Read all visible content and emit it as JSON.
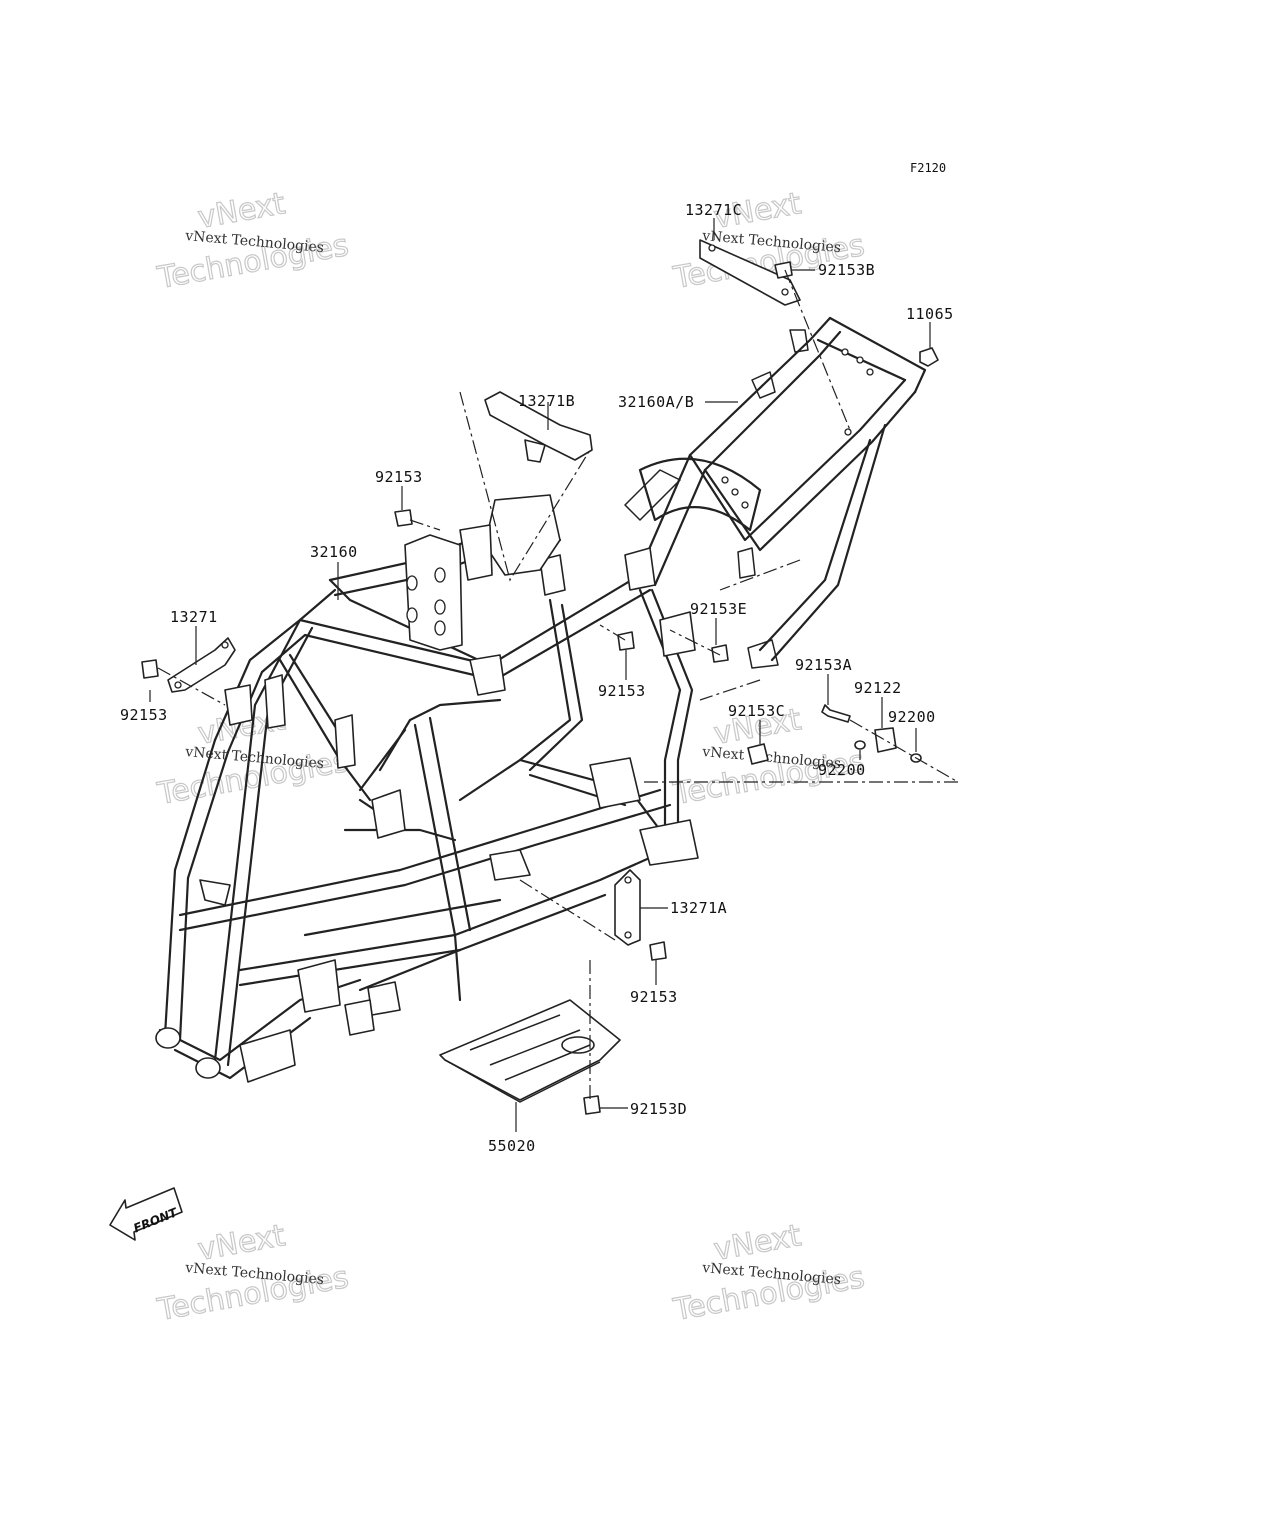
{
  "diagram": {
    "code": "F2120",
    "front_label": "FRONT",
    "watermark": {
      "small": "vNext Technologies",
      "big_line1": "vNext",
      "big_line2": "Technologies"
    },
    "parts": [
      {
        "id": "p-13271c",
        "label": "13271C"
      },
      {
        "id": "p-92153b",
        "label": "92153B"
      },
      {
        "id": "p-11065",
        "label": "11065"
      },
      {
        "id": "p-13271b",
        "label": "13271B"
      },
      {
        "id": "p-32160ab",
        "label": "32160A/B"
      },
      {
        "id": "p-92153-top",
        "label": "92153"
      },
      {
        "id": "p-32160",
        "label": "32160"
      },
      {
        "id": "p-13271",
        "label": "13271"
      },
      {
        "id": "p-92153-left",
        "label": "92153"
      },
      {
        "id": "p-92153e",
        "label": "92153E"
      },
      {
        "id": "p-92153-mid",
        "label": "92153"
      },
      {
        "id": "p-92153a",
        "label": "92153A"
      },
      {
        "id": "p-92122",
        "label": "92122"
      },
      {
        "id": "p-92200-a",
        "label": "92200"
      },
      {
        "id": "p-92153c",
        "label": "92153C"
      },
      {
        "id": "p-92200-b",
        "label": "92200"
      },
      {
        "id": "p-13271a",
        "label": "13271A"
      },
      {
        "id": "p-92153-low",
        "label": "92153"
      },
      {
        "id": "p-92153d",
        "label": "92153D"
      },
      {
        "id": "p-55020",
        "label": "55020"
      }
    ]
  }
}
